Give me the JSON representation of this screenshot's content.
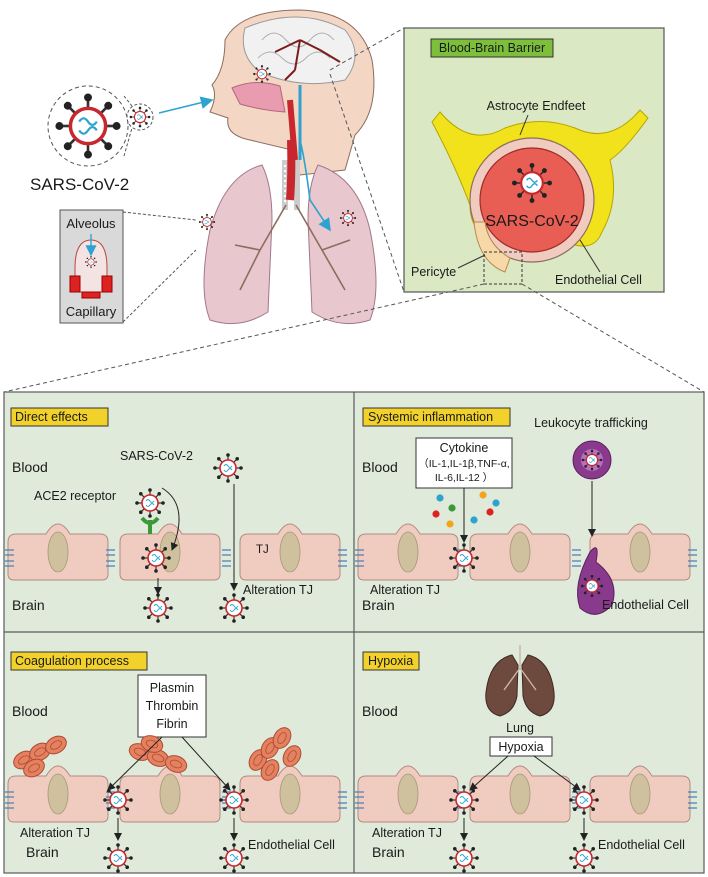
{
  "top": {
    "virus_label": "SARS-CoV-2",
    "alveolus_box": {
      "top_label": "Alveolus",
      "bottom_label": "Capillary"
    },
    "bbb_panel": {
      "title": "Blood-Brain Barrier",
      "astrocyte_label": "Astrocyte Endfeet",
      "lumen_label": "SARS-CoV-2",
      "pericyte_label": "Pericyte",
      "endothelial_label": "Endothelial Cell"
    }
  },
  "panels": {
    "direct": {
      "title": "Direct effects",
      "blood": "Blood",
      "brain": "Brain",
      "virus": "SARS-CoV-2",
      "receptor": "ACE2 receptor",
      "tj": "TJ",
      "alteration": "Alteration TJ"
    },
    "systemic": {
      "title": "Systemic inflammation",
      "blood": "Blood",
      "brain": "Brain",
      "cytokine_title": "Cytokine",
      "cytokine_line1": "（IL-1,IL-1β,TNF-α,",
      "cytokine_line2": "IL-6,IL-12 ）",
      "leukocyte": "Leukocyte trafficking",
      "alteration": "Alteration TJ",
      "endothelial": "Endothelial Cell"
    },
    "coag": {
      "title": "Coagulation process",
      "blood": "Blood",
      "brain": "Brain",
      "factors": [
        "Plasmin",
        "Thrombin",
        "Fibrin"
      ],
      "alteration": "Alteration TJ",
      "endothelial": "Endothelial Cell"
    },
    "hypoxia": {
      "title": "Hypoxia",
      "blood": "Blood",
      "brain": "Brain",
      "lung": "Lung",
      "box": "Hypoxia",
      "alteration": "Alteration TJ",
      "endothelial": "Endothelial Cell"
    }
  },
  "colors": {
    "panel_bg": "#dfeadb",
    "panel_border": "#5a5a5a",
    "title_fill": "#f2d22a",
    "bbb_bg": "#dbe8c4",
    "bbb_title_fill": "#7cbf3a",
    "cell": "#f0cbbf",
    "nucleus": "#cfc09e",
    "lung": "#e8c7cf",
    "lumen": "#e85e55",
    "astrocyte": "#f2e21c",
    "arrow_blue": "#2ea3d0",
    "virus_rim": "#c8282d",
    "rbc": "#e4825f",
    "leukocyte": "#8a3a8c"
  }
}
